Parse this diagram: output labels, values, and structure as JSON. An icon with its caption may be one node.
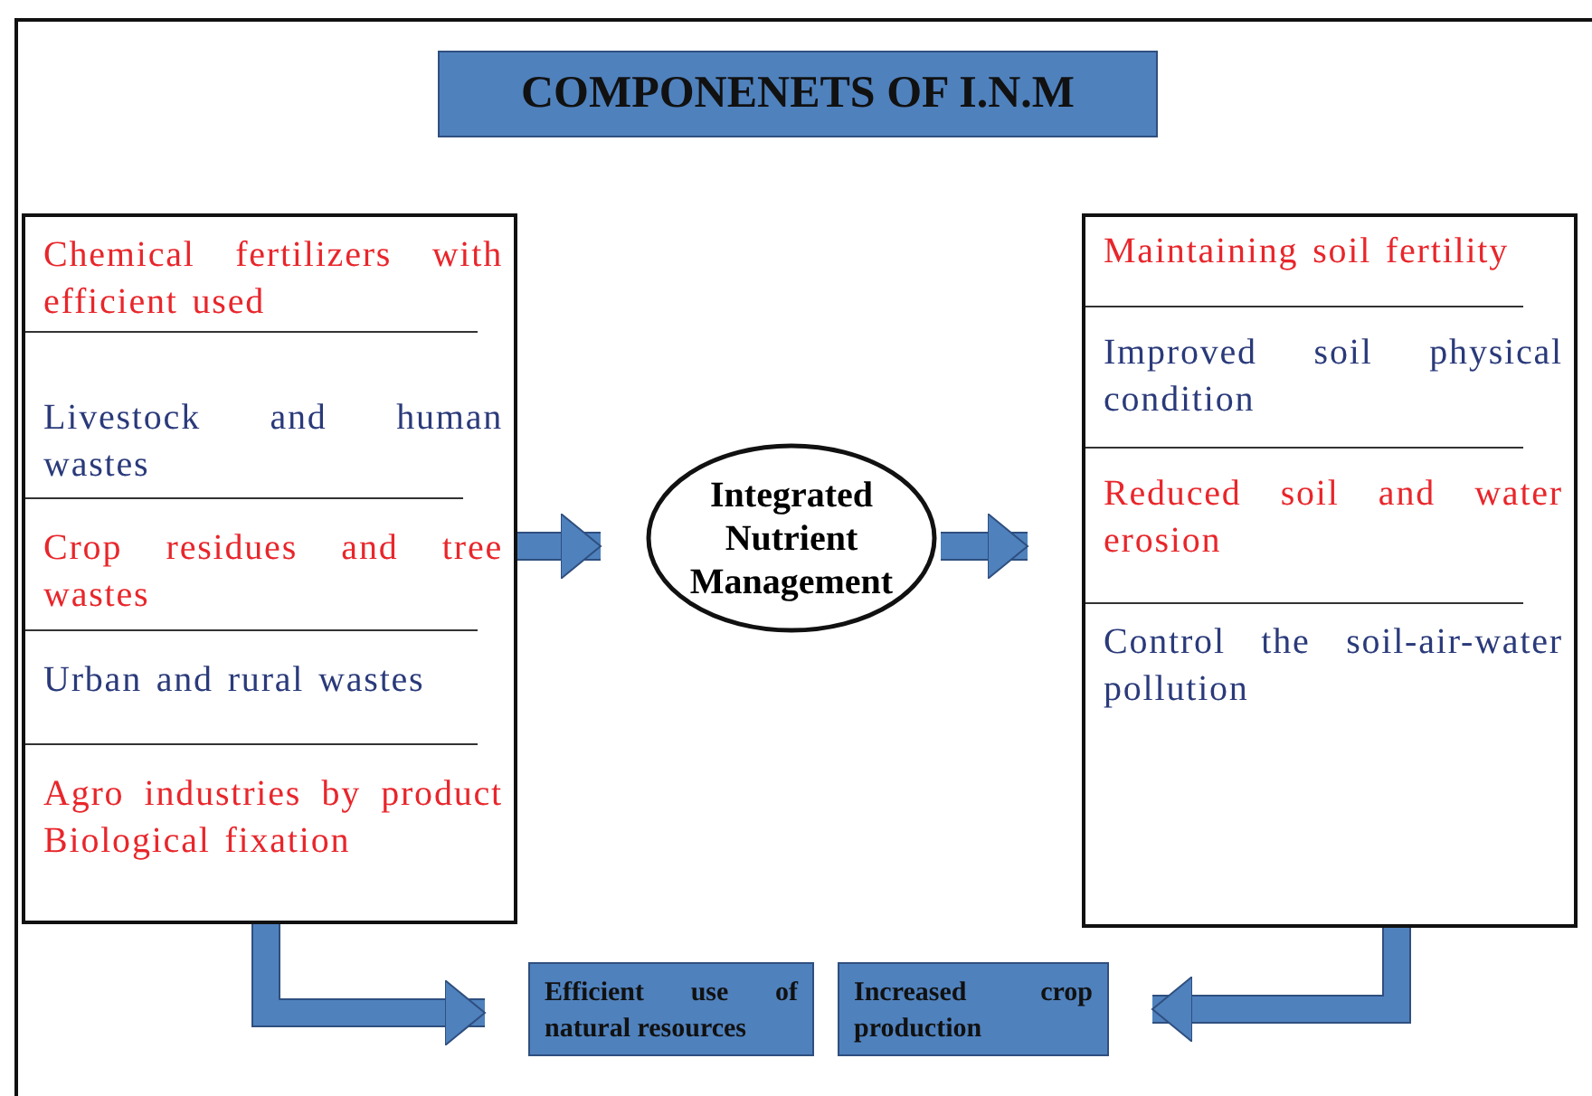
{
  "diagram": {
    "title": "COMPONENETS OF I.N.M",
    "nodes": [
      {
        "text": [
          "Chemical fertilizers with efficient used",
          "Livestock and human wastes",
          "Crop residues and tree wastes",
          "Urban and rural wastes",
          "Agro industries by product Biological fixation"
        ]
      },
      {
        "text": [
          "Integrated Nutrient Management"
        ]
      },
      {
        "text": [
          "Maintaining soil fertility",
          "Improved soil physical condition",
          "Reduced soil and water erosion",
          "Control the soil-air-water pollution"
        ]
      },
      {
        "text": [
          "Efficient use of natural resources"
        ]
      },
      {
        "text": [
          "Increased crop production"
        ]
      }
    ],
    "edges": [
      {
        "from": 0,
        "to": 1,
        "arrow": "to"
      },
      {
        "from": 1,
        "to": 2,
        "arrow": "to"
      },
      {
        "from": 0,
        "to": 3,
        "arrow": "to"
      },
      {
        "from": 2,
        "to": 4,
        "arrow": "to"
      }
    ]
  }
}
